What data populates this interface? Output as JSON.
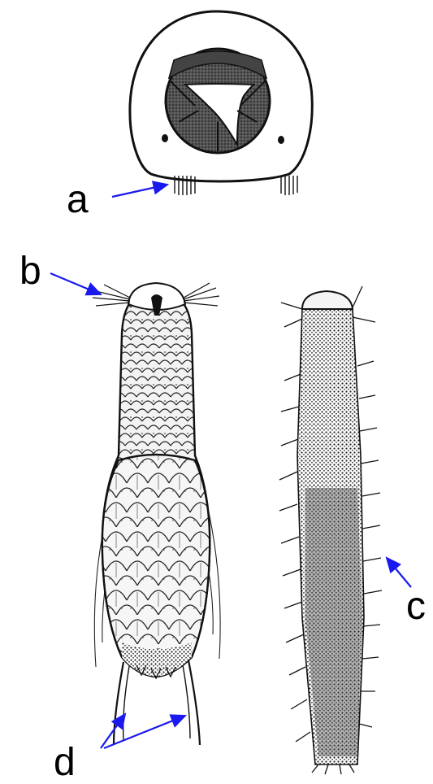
{
  "labels": {
    "a": "a",
    "b": "b",
    "c": "c",
    "d": "d"
  },
  "colors": {
    "arrow": "#1a1aee",
    "ink": "#111111",
    "shade": "#3a3a3a",
    "background": "#ffffff"
  }
}
